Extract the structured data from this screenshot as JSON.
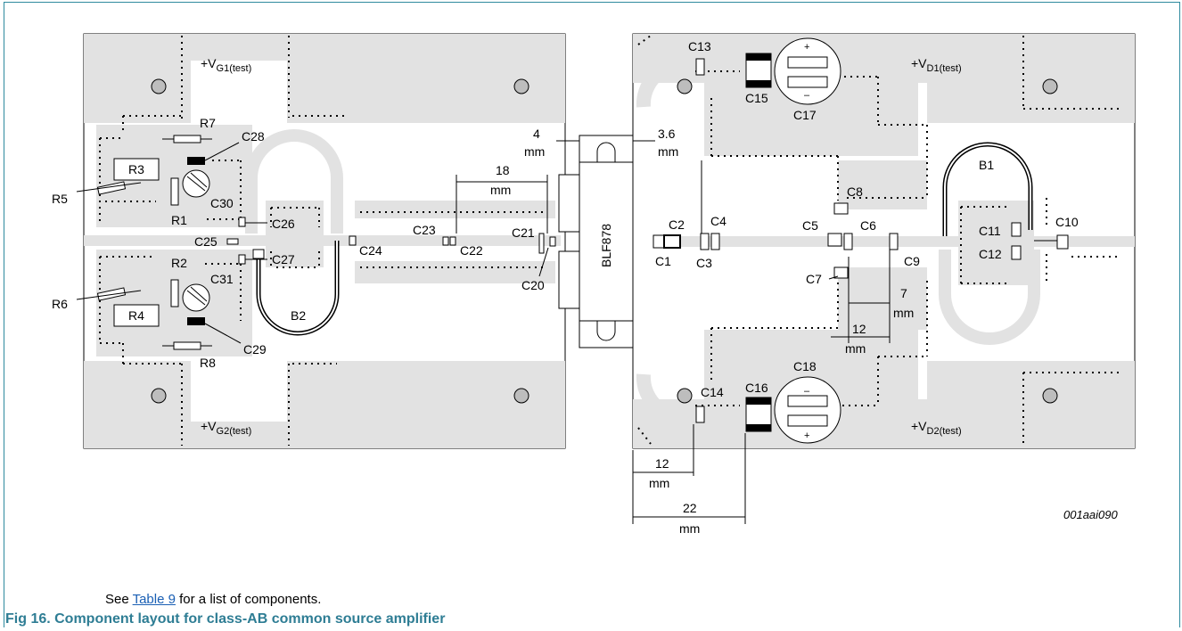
{
  "figure": {
    "note_prefix": "See ",
    "note_link": "Table 9",
    "note_suffix": " for a list of components.",
    "caption": "Fig 16.   Component layout for class-AB common source amplifier",
    "drawing_id": "001aai090",
    "device_label": "BLF878"
  },
  "supplies": {
    "vg1": {
      "main": "+V",
      "sub": "G1(test)"
    },
    "vg2": {
      "main": "+V",
      "sub": "G2(test)"
    },
    "vd1": {
      "main": "+V",
      "sub": "D1(test)"
    },
    "vd2": {
      "main": "+V",
      "sub": "D2(test)"
    }
  },
  "components": {
    "R1": "R1",
    "R2": "R2",
    "R3": "R3",
    "R4": "R4",
    "R5": "R5",
    "R6": "R6",
    "R7": "R7",
    "R8": "R8",
    "C1": "C1",
    "C2": "C2",
    "C3": "C3",
    "C4": "C4",
    "C5": "C5",
    "C6": "C6",
    "C7": "C7",
    "C8": "C8",
    "C9": "C9",
    "C10": "C10",
    "C11": "C11",
    "C12": "C12",
    "C13": "C13",
    "C14": "C14",
    "C15": "C15",
    "C16": "C16",
    "C17": "C17",
    "C18": "C18",
    "C20": "C20",
    "C21": "C21",
    "C22": "C22",
    "C23": "C23",
    "C24": "C24",
    "C25": "C25",
    "C26": "C26",
    "C27": "C27",
    "C28": "C28",
    "C29": "C29",
    "C30": "C30",
    "C31": "C31",
    "B1": "B1",
    "B2": "B2"
  },
  "dimensions": {
    "d4": {
      "value": "4",
      "unit": "mm"
    },
    "d3_6": {
      "value": "3.6",
      "unit": "mm"
    },
    "d18": {
      "value": "18",
      "unit": "mm"
    },
    "d7": {
      "value": "7",
      "unit": "mm"
    },
    "d12a": {
      "value": "12",
      "unit": "mm"
    },
    "d12b": {
      "value": "12",
      "unit": "mm"
    },
    "d22": {
      "value": "22",
      "unit": "mm"
    }
  },
  "polarity": {
    "plus": "+",
    "minus": "–"
  }
}
